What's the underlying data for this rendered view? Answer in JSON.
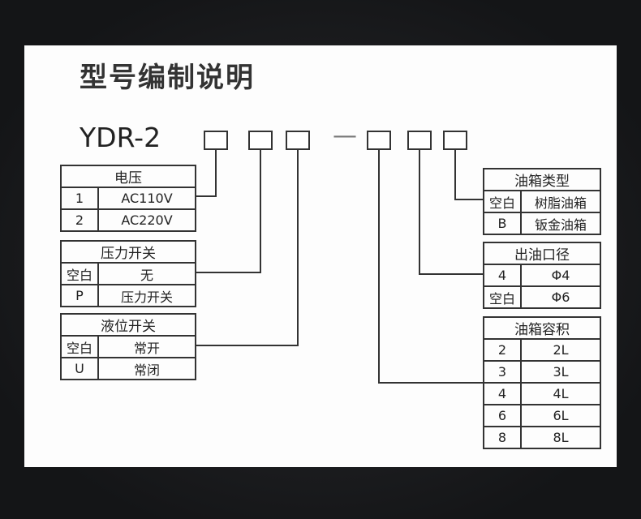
{
  "title": "型号编制说明",
  "model": {
    "prefix": "YDR-2",
    "separator": "—"
  },
  "left_tables": [
    {
      "header": "电压",
      "rows": [
        [
          "1",
          "AC110V"
        ],
        [
          "2",
          "AC220V"
        ]
      ]
    },
    {
      "header": "压力开关",
      "rows": [
        [
          "空白",
          "无"
        ],
        [
          "P",
          "压力开关"
        ]
      ]
    },
    {
      "header": "液位开关",
      "rows": [
        [
          "空白",
          "常开"
        ],
        [
          "U",
          "常闭"
        ]
      ]
    }
  ],
  "right_tables": [
    {
      "header": "油箱类型",
      "rows": [
        [
          "空白",
          "树脂油箱"
        ],
        [
          "B",
          "钣金油箱"
        ]
      ]
    },
    {
      "header": "出油口径",
      "rows": [
        [
          "4",
          "Φ4"
        ],
        [
          "空白",
          "Φ6"
        ]
      ]
    },
    {
      "header": "油箱容积",
      "rows": [
        [
          "2",
          "2L"
        ],
        [
          "3",
          "3L"
        ],
        [
          "4",
          "4L"
        ],
        [
          "6",
          "6L"
        ],
        [
          "8",
          "8L"
        ]
      ]
    }
  ],
  "colors": {
    "ink": "#333333",
    "paper": "#fdfdfd",
    "background": "#17181a"
  }
}
